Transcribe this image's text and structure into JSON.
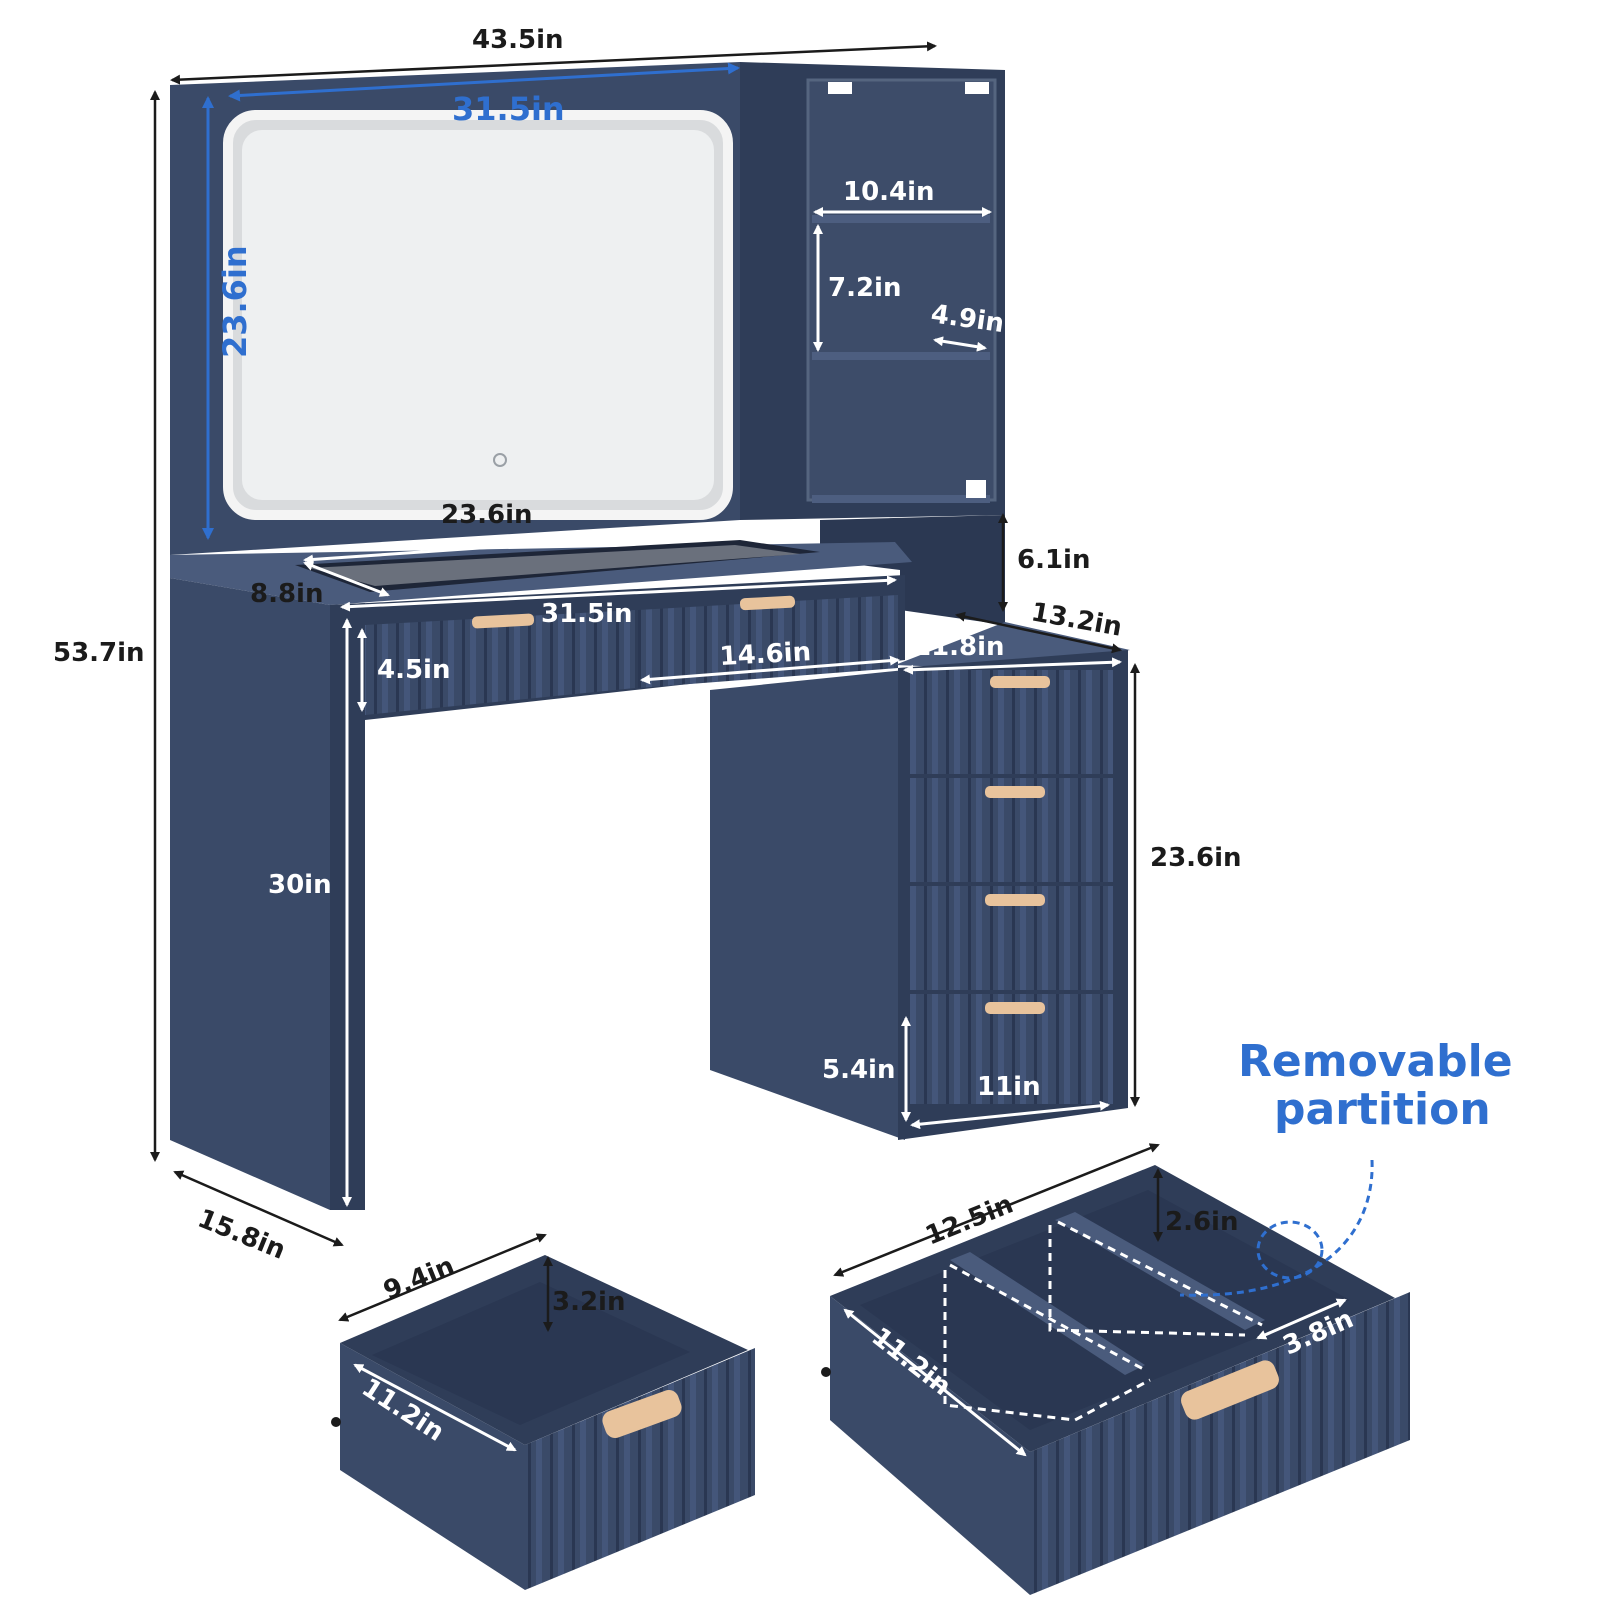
{
  "dimensions": {
    "overall_width": "43.5in",
    "mirror_width": "31.5in",
    "mirror_height": "23.6in",
    "overall_height": "53.7in",
    "shelf_width": "10.4in",
    "shelf_height": "7.2in",
    "shelf_depth": "4.9in",
    "tray_width": "23.6in",
    "tray_depth": "8.8in",
    "desk_width": "31.5in",
    "open_shelf_height": "6.1in",
    "cabinet_depth": "13.2in",
    "drawer_height": "4.5in",
    "drawer_width": "14.6in",
    "cabinet_width": "11.8in",
    "cabinet_height": "23.6in",
    "leg_height": "30in",
    "bottom_drawer_height": "5.4in",
    "bottom_drawer_width": "11in",
    "desk_depth": "15.8in"
  },
  "small_drawer": {
    "width": "9.4in",
    "height": "3.2in",
    "depth": "11.2in"
  },
  "large_drawer": {
    "width": "12.5in",
    "height": "2.6in",
    "depth": "11.2in",
    "compartment": "3.8in"
  },
  "callout": {
    "line1": "Removable",
    "line2": "partition"
  },
  "colors": {
    "body": "#3a4a68",
    "handle": "#e8c39c",
    "accent": "#2f6fcf"
  }
}
